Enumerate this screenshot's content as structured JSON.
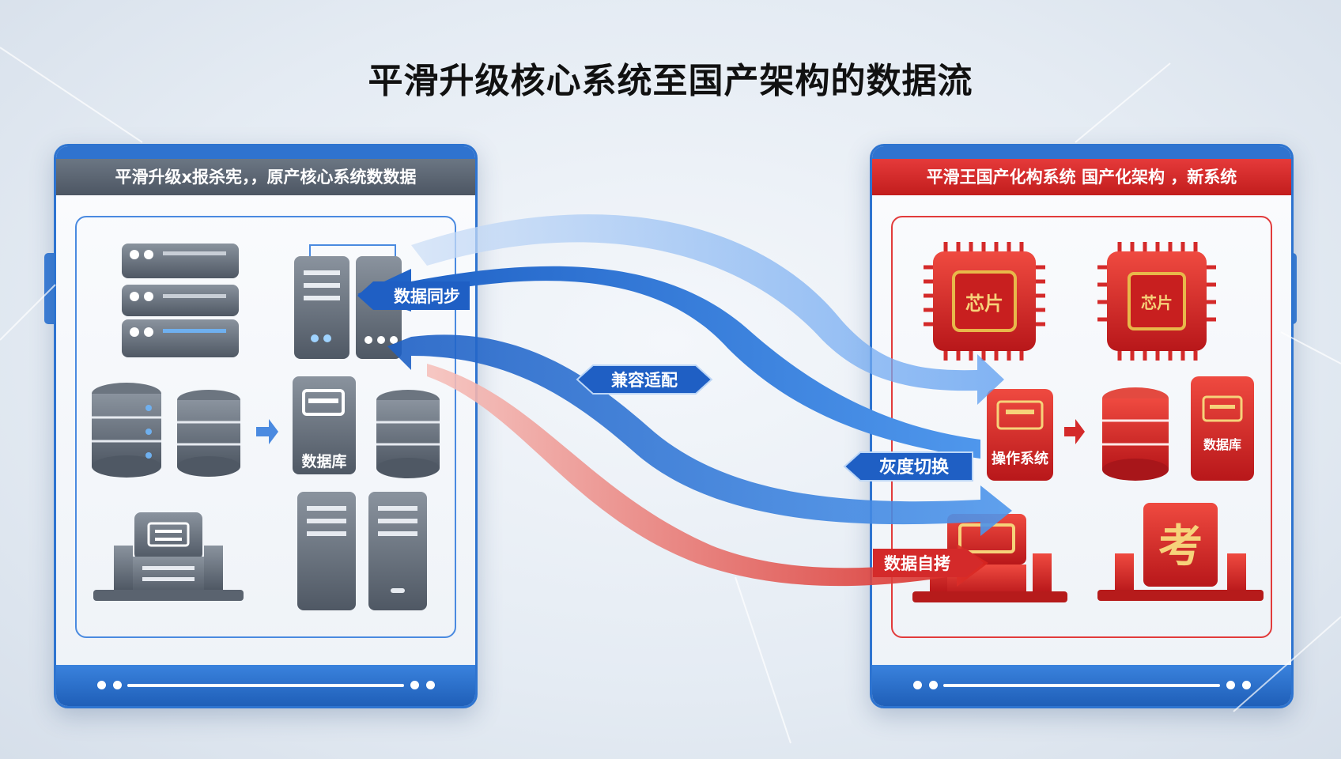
{
  "title": "平滑升级核心系统至国产架构的数据流",
  "left_panel": {
    "header": "平滑升级x报杀宪，，原产核心系统数数据",
    "database_label": "数据库"
  },
  "right_panel": {
    "header": "平滑王国产化构系统  国产化架构 ，新系统",
    "chip_label_1": "芯片",
    "chip_label_2": "芯片",
    "os_label": "操作系统",
    "database_label": "数据库",
    "big_glyph": "考"
  },
  "flows": {
    "data_sync": "数据同步",
    "compat": "兼容适配",
    "gray_switch": "灰度切换",
    "data_migrate": "数据自拷"
  },
  "colors": {
    "blue": "#2e74d0",
    "red": "#d42a2a",
    "gray": "#5d6672",
    "gold": "#e8b84a"
  }
}
